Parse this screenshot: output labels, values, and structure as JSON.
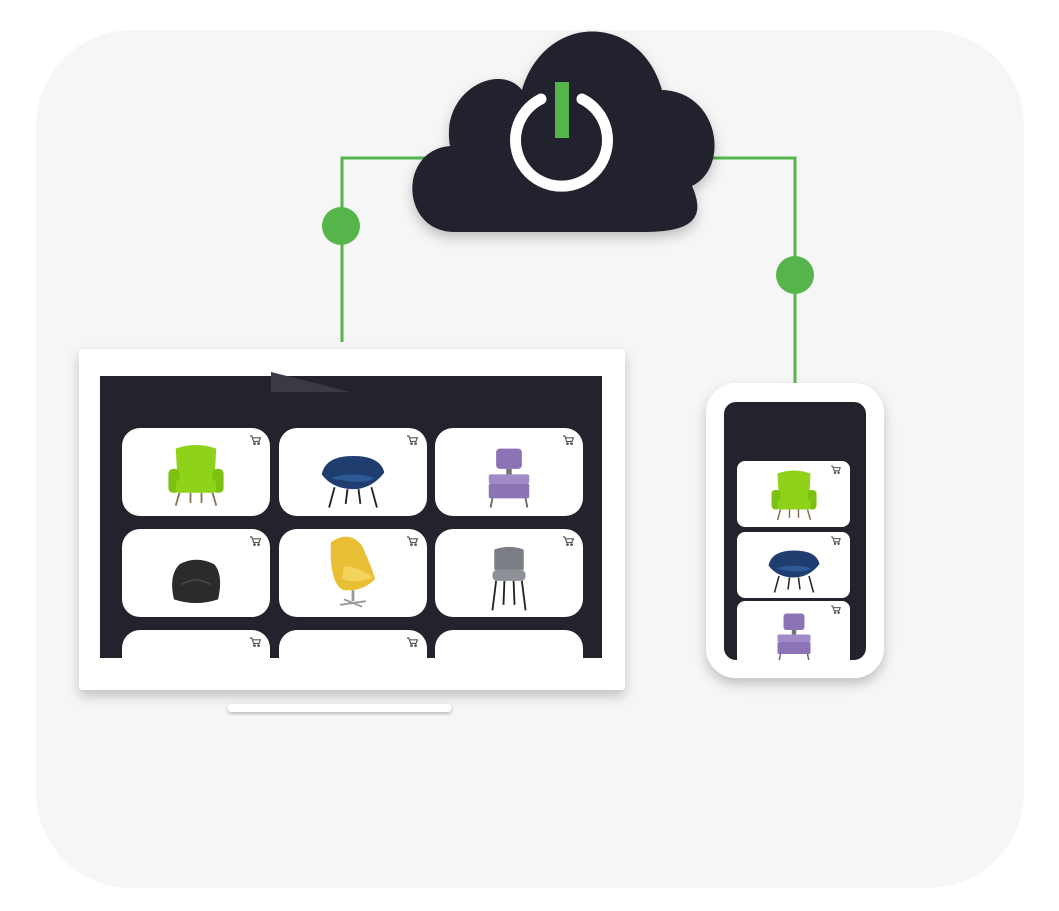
{
  "colors": {
    "accent": "#55b54a",
    "dark": "#23232d",
    "panel": "#f6f6f6",
    "card": "#ffffff"
  },
  "icons": {
    "cloud": "cloud-icon",
    "power": "power-icon",
    "cart": "cart-icon"
  },
  "tv": {
    "cards": [
      {
        "product": "lime-armchair",
        "color": "#8fd21a"
      },
      {
        "product": "navy-lounge-chair",
        "color": "#1f3d6e"
      },
      {
        "product": "lavender-side-chair",
        "color": "#8c73b5"
      },
      {
        "product": "black-pouf",
        "color": "#2b2b2b"
      },
      {
        "product": "yellow-egg-chair",
        "color": "#e8bf35"
      },
      {
        "product": "grey-dining-chair",
        "color": "#7a7d84"
      },
      {
        "product": "partial-card",
        "color": "#ffffff"
      },
      {
        "product": "partial-card",
        "color": "#ffffff"
      },
      {
        "product": "partial-card",
        "color": "#ffffff"
      }
    ]
  },
  "phone": {
    "cards": [
      {
        "product": "lime-armchair",
        "color": "#8fd21a"
      },
      {
        "product": "navy-lounge-chair",
        "color": "#1f3d6e"
      },
      {
        "product": "lavender-side-chair",
        "color": "#8c73b5"
      }
    ]
  }
}
